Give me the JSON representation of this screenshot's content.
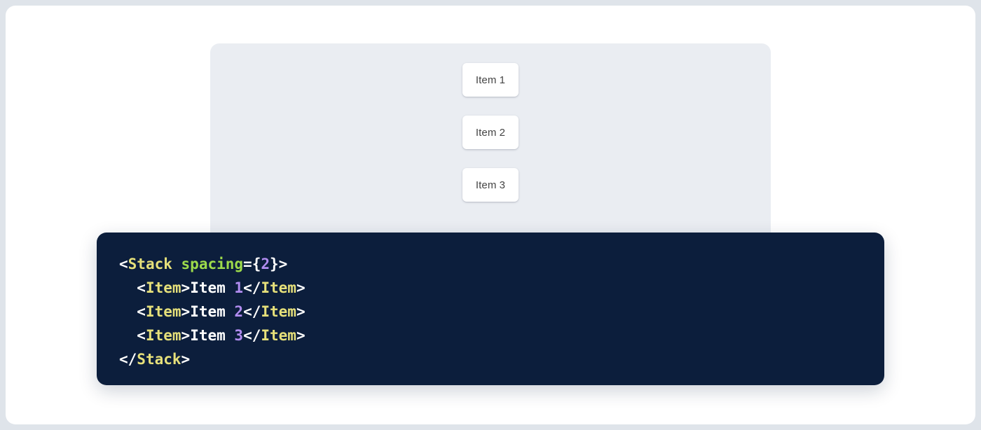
{
  "theme": {
    "page_background": "#dfe4ea",
    "card_background": "#ffffff",
    "preview_background": "#eaedf2",
    "code_background": "#0c1e3c",
    "item_background": "#ffffff",
    "item_text_color": "#454545",
    "syntax_tag_color": "#e6e07a",
    "syntax_attribute_color": "#9ddb4b",
    "syntax_number_color": "#b18cf0",
    "syntax_punctuation_color": "#ffffff"
  },
  "preview": {
    "component_name": "Stack",
    "items": [
      {
        "label": "Item 1"
      },
      {
        "label": "Item 2"
      },
      {
        "label": "Item 3"
      }
    ]
  },
  "code": {
    "language": "jsx",
    "lines": [
      {
        "indent": "",
        "tokens": [
          {
            "type": "punct",
            "text": "<"
          },
          {
            "type": "tag",
            "text": "Stack"
          },
          {
            "type": "text",
            "text": " "
          },
          {
            "type": "attr",
            "text": "spacing"
          },
          {
            "type": "punct",
            "text": "={"
          },
          {
            "type": "num",
            "text": "2"
          },
          {
            "type": "punct",
            "text": "}>"
          }
        ]
      },
      {
        "indent": "  ",
        "tokens": [
          {
            "type": "punct",
            "text": "<"
          },
          {
            "type": "tag",
            "text": "Item"
          },
          {
            "type": "punct",
            "text": ">"
          },
          {
            "type": "text",
            "text": "Item "
          },
          {
            "type": "num",
            "text": "1"
          },
          {
            "type": "punct",
            "text": "</"
          },
          {
            "type": "tag",
            "text": "Item"
          },
          {
            "type": "punct",
            "text": ">"
          }
        ]
      },
      {
        "indent": "  ",
        "tokens": [
          {
            "type": "punct",
            "text": "<"
          },
          {
            "type": "tag",
            "text": "Item"
          },
          {
            "type": "punct",
            "text": ">"
          },
          {
            "type": "text",
            "text": "Item "
          },
          {
            "type": "num",
            "text": "2"
          },
          {
            "type": "punct",
            "text": "</"
          },
          {
            "type": "tag",
            "text": "Item"
          },
          {
            "type": "punct",
            "text": ">"
          }
        ]
      },
      {
        "indent": "  ",
        "tokens": [
          {
            "type": "punct",
            "text": "<"
          },
          {
            "type": "tag",
            "text": "Item"
          },
          {
            "type": "punct",
            "text": ">"
          },
          {
            "type": "text",
            "text": "Item "
          },
          {
            "type": "num",
            "text": "3"
          },
          {
            "type": "punct",
            "text": "</"
          },
          {
            "type": "tag",
            "text": "Item"
          },
          {
            "type": "punct",
            "text": ">"
          }
        ]
      },
      {
        "indent": "",
        "tokens": [
          {
            "type": "punct",
            "text": "</"
          },
          {
            "type": "tag",
            "text": "Stack"
          },
          {
            "type": "punct",
            "text": ">"
          }
        ]
      }
    ]
  }
}
